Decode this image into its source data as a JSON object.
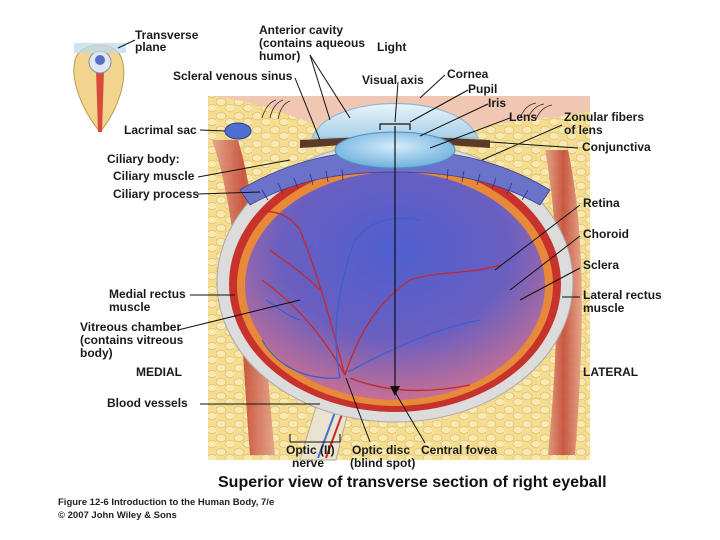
{
  "labels": {
    "transverse_plane": [
      "Transverse",
      "plane"
    ],
    "anterior_cavity": [
      "Anterior cavity",
      "(contains aqueous",
      "humor)"
    ],
    "light": "Light",
    "scleral_venous_sinus": "Scleral venous sinus",
    "visual_axis": "Visual axis",
    "cornea": "Cornea",
    "pupil": "Pupil",
    "iris": "Iris",
    "lens": "Lens",
    "zonular_fibers": [
      "Zonular fibers",
      "of lens"
    ],
    "lacrimal_sac": "Lacrimal sac",
    "conjunctiva": "Conjunctiva",
    "ciliary_body": "Ciliary body:",
    "ciliary_muscle": "Ciliary muscle",
    "ciliary_process": "Ciliary process",
    "retina": "Retina",
    "choroid": "Choroid",
    "sclera": "Sclera",
    "medial_rectus": [
      "Medial rectus",
      "muscle"
    ],
    "lateral_rectus": [
      "Lateral rectus",
      "muscle"
    ],
    "vitreous_chamber": [
      "Vitreous chamber",
      "(contains vitreous",
      "body)"
    ],
    "medial": "MEDIAL",
    "lateral": "LATERAL",
    "blood_vessels": "Blood vessels",
    "optic_nerve": [
      "Optic (II)",
      "nerve"
    ],
    "optic_disc": [
      "Optic disc",
      "(blind spot)"
    ],
    "central_fovea": "Central fovea"
  },
  "title": "Superior view of transverse section of right eyeball",
  "caption": {
    "line1": "Figure 12-6 Introduction to the Human Body, 7/e",
    "line2": "© 2007 John Wiley & Sons"
  },
  "colors": {
    "fat": "#f3d98a",
    "sclera": "#dcdcdc",
    "choroid": "#c8322c",
    "retina": "#e8893a",
    "vitreous_top": "#5a66c8",
    "vitreous_bottom": "#d86a8a",
    "cornea": "#cfe6f5",
    "lens": "#a9d4ef",
    "muscle": "#c94a3c"
  }
}
